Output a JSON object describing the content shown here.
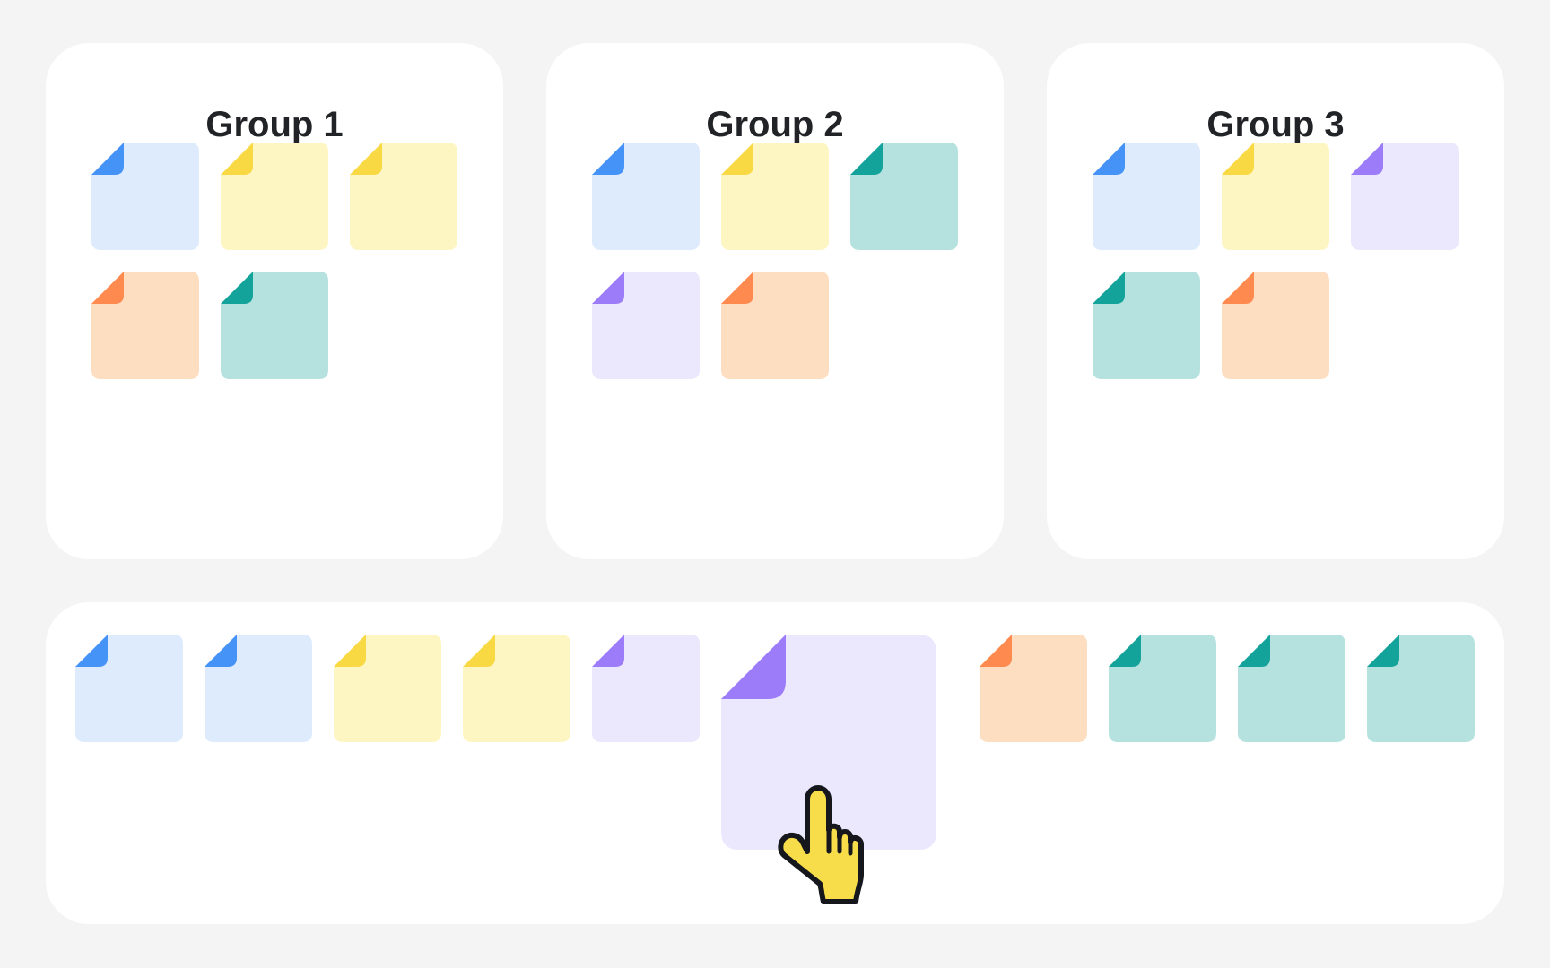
{
  "colors": {
    "page_background": "#f4f4f4",
    "panel_background": "#ffffff",
    "title_text": "#222327",
    "cursor_fill": "#f8dd4a",
    "cursor_outline": "#15171c"
  },
  "palette": {
    "blue": {
      "body": "#deebfd",
      "tab": "#4693f8"
    },
    "yellow": {
      "body": "#fef6c2",
      "tab": "#f8d944"
    },
    "teal": {
      "body": "#b5e2df",
      "tab": "#14a39a"
    },
    "orange": {
      "body": "#fedec0",
      "tab": "#fe8a4f"
    },
    "purple": {
      "body": "#ebe7fd",
      "tab": "#9c7cf8"
    }
  },
  "groups": [
    {
      "title": "Group 1",
      "notes": [
        "blue",
        "yellow",
        "yellow",
        "orange",
        "teal"
      ]
    },
    {
      "title": "Group 2",
      "notes": [
        "blue",
        "yellow",
        "teal",
        "purple",
        "orange"
      ]
    },
    {
      "title": "Group 3",
      "notes": [
        "blue",
        "yellow",
        "purple",
        "teal",
        "orange"
      ]
    }
  ],
  "tray": {
    "notes": [
      "blue",
      "blue",
      "yellow",
      "yellow",
      "purple",
      "orange",
      "teal",
      "teal",
      "teal"
    ]
  },
  "dragged_note": {
    "color": "purple",
    "state": "being dragged"
  },
  "cursor": {
    "icon": "pointing-hand-cursor-icon"
  }
}
